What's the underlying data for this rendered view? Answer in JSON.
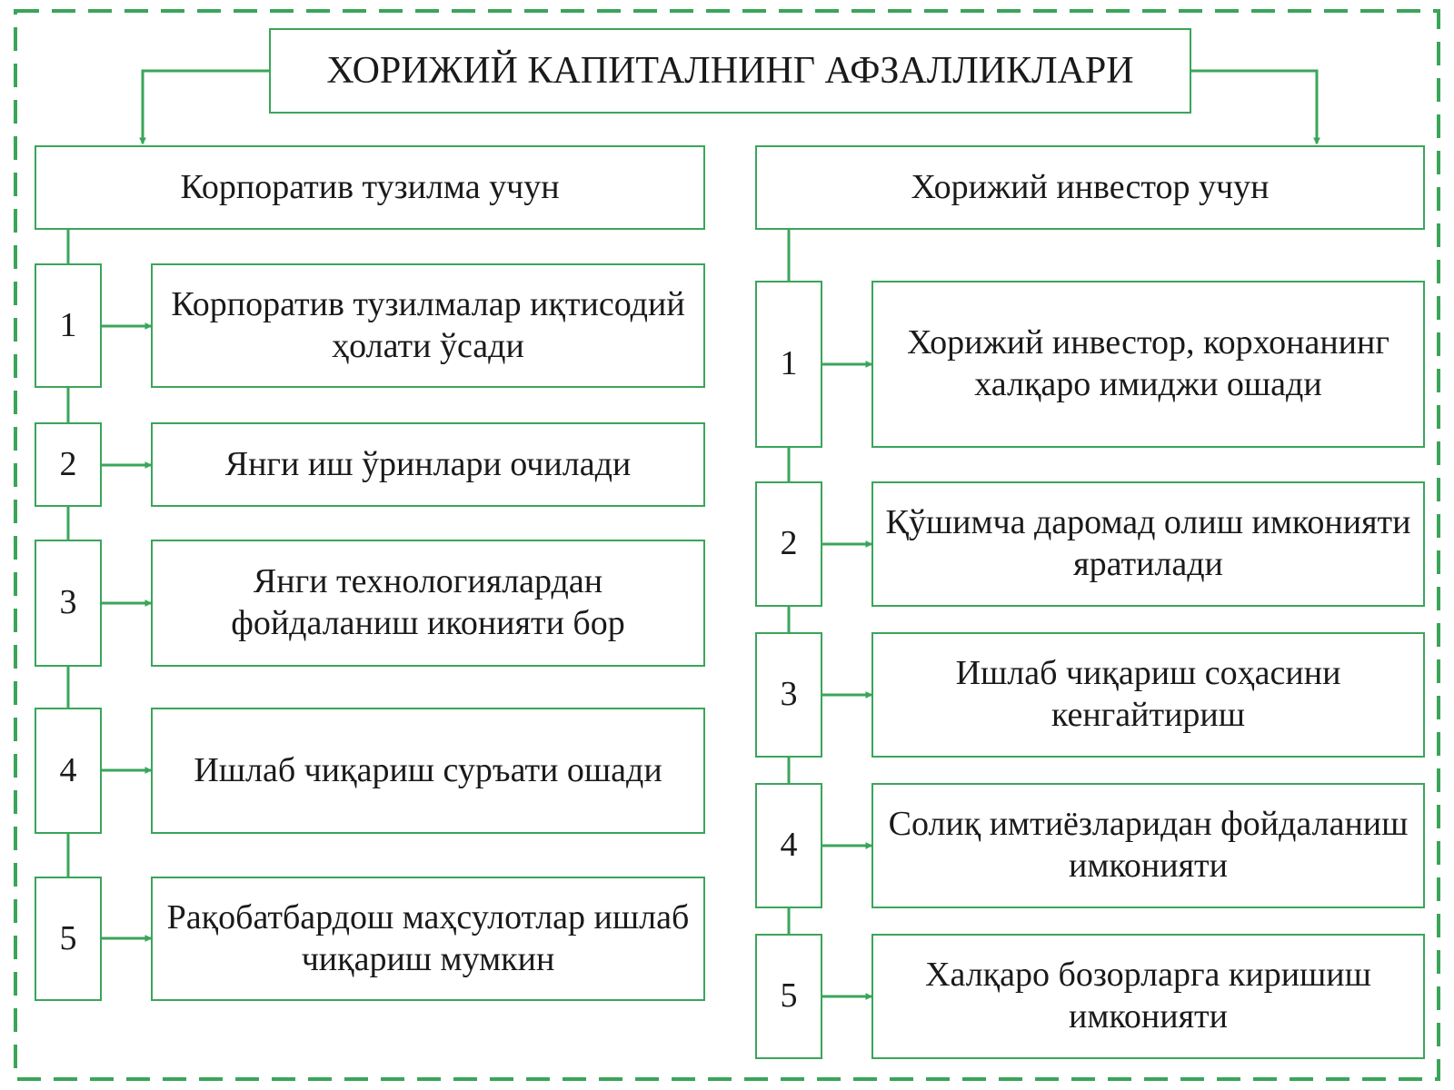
{
  "title": "ХОРИЖИЙ КАПИТАЛНИНГ АФЗАЛЛИКЛАРИ",
  "colors": {
    "accent": "#3aa55a",
    "text": "#1a1a1a",
    "background": "#ffffff"
  },
  "left": {
    "header": "Корпоратив тузилма учун",
    "items": [
      {
        "num": "1",
        "text": "Корпоратив тузилмалар иқтисодий ҳолати ўсади"
      },
      {
        "num": "2",
        "text": "Янги иш ўринлари очилади"
      },
      {
        "num": "3",
        "text": "Янги технологиялардан фойдаланиш иконияти бор"
      },
      {
        "num": "4",
        "text": "Ишлаб чиқариш суръати ошади"
      },
      {
        "num": "5",
        "text": "Рақобатбардош маҳсулотлар ишлаб чиқариш мумкин"
      }
    ]
  },
  "right": {
    "header": "Хорижий инвестор учун",
    "items": [
      {
        "num": "1",
        "text": "Хорижий инвестор, корхонанинг халқаро имиджи ошади"
      },
      {
        "num": "2",
        "text": "Қўшимча даромад олиш имконияти яратилади"
      },
      {
        "num": "3",
        "text": "Ишлаб чиқариш соҳасини кенгайтириш"
      },
      {
        "num": "4",
        "text": "Солиқ имтиёзларидан фойдаланиш имконияти"
      },
      {
        "num": "5",
        "text": "Халқаро бозорларга киришиш имконияти"
      }
    ]
  }
}
